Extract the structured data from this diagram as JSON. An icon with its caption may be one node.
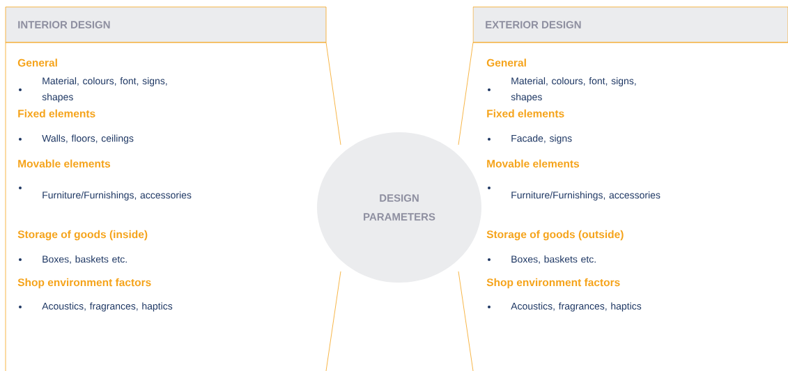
{
  "diagram": {
    "nodes": [
      {
        "text": [
          "INTERIOR DESIGN"
        ]
      },
      {
        "text": [
          "General",
          "Material, colours, font, signs, shapes",
          "Fixed elements",
          "Walls, floors, ceilings",
          "Movable elements",
          "Furniture/Furnishings, accessories",
          "Storage of goods (inside)",
          "Boxes, baskets etc.",
          "Shop environment factors",
          "Acoustics, fragrances, haptics"
        ]
      },
      {
        "text": [
          "DESIGN PARAMETERS"
        ]
      },
      {
        "text": [
          "EXTERIOR DESIGN"
        ]
      },
      {
        "text": [
          "General",
          "Material, colours, font, signs, shapes",
          "Fixed elements",
          "Facade, signs",
          "Movable elements",
          "Furniture/Furnishings, accessories",
          "Storage of goods (outside)",
          "Boxes, baskets etc.",
          "Shop environment factors",
          "Acoustics, fragrances, haptics"
        ]
      }
    ]
  }
}
